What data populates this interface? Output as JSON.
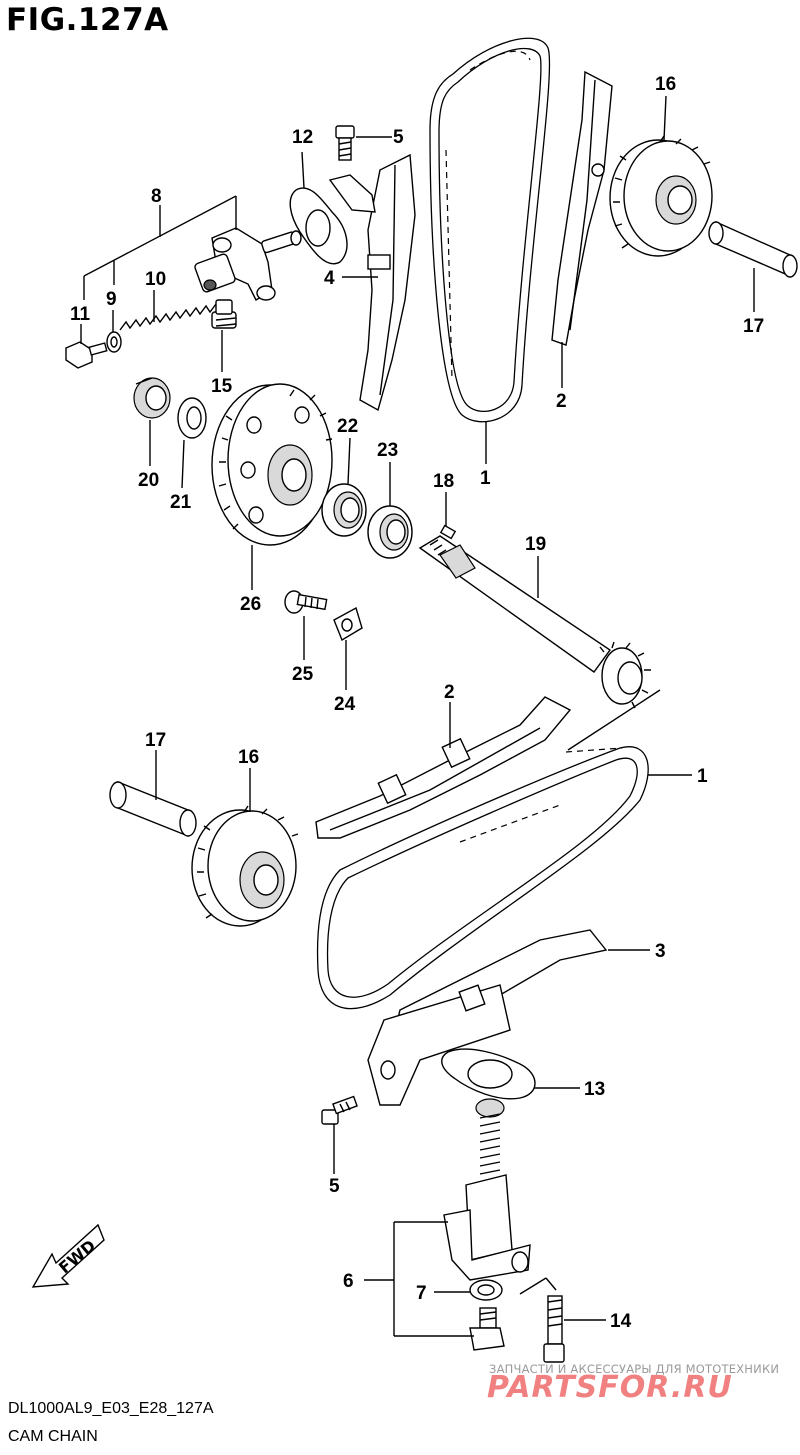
{
  "figure": {
    "title": "FIG.127A",
    "model_code": "DL1000AL9_E03_E28_127A",
    "section_name": "CAM CHAIN"
  },
  "fwd_label": "FWD",
  "watermark": {
    "caption": "ЗАПЧАСТИ И АКСЕССУАРЫ ДЛЯ МОТОТЕХНИКИ",
    "logo": "PARTSFOR.RU"
  },
  "callouts": [
    {
      "id": "c-12",
      "label": "12"
    },
    {
      "id": "c-5a",
      "label": "5"
    },
    {
      "id": "c-16a",
      "label": "16"
    },
    {
      "id": "c-8",
      "label": "8"
    },
    {
      "id": "c-10",
      "label": "10"
    },
    {
      "id": "c-11",
      "label": "11"
    },
    {
      "id": "c-9",
      "label": "9"
    },
    {
      "id": "c-4",
      "label": "4"
    },
    {
      "id": "c-17a",
      "label": "17"
    },
    {
      "id": "c-15",
      "label": "15"
    },
    {
      "id": "c-2a",
      "label": "2"
    },
    {
      "id": "c-22",
      "label": "22"
    },
    {
      "id": "c-23",
      "label": "23"
    },
    {
      "id": "c-1a",
      "label": "1"
    },
    {
      "id": "c-20",
      "label": "20"
    },
    {
      "id": "c-21",
      "label": "21"
    },
    {
      "id": "c-18",
      "label": "18"
    },
    {
      "id": "c-19",
      "label": "19"
    },
    {
      "id": "c-26",
      "label": "26"
    },
    {
      "id": "c-25",
      "label": "25"
    },
    {
      "id": "c-24",
      "label": "24"
    },
    {
      "id": "c-2b",
      "label": "2"
    },
    {
      "id": "c-17b",
      "label": "17"
    },
    {
      "id": "c-16b",
      "label": "16"
    },
    {
      "id": "c-1b",
      "label": "1"
    },
    {
      "id": "c-3",
      "label": "3"
    },
    {
      "id": "c-13",
      "label": "13"
    },
    {
      "id": "c-5b",
      "label": "5"
    },
    {
      "id": "c-6",
      "label": "6"
    },
    {
      "id": "c-7",
      "label": "7"
    },
    {
      "id": "c-14",
      "label": "14"
    }
  ]
}
